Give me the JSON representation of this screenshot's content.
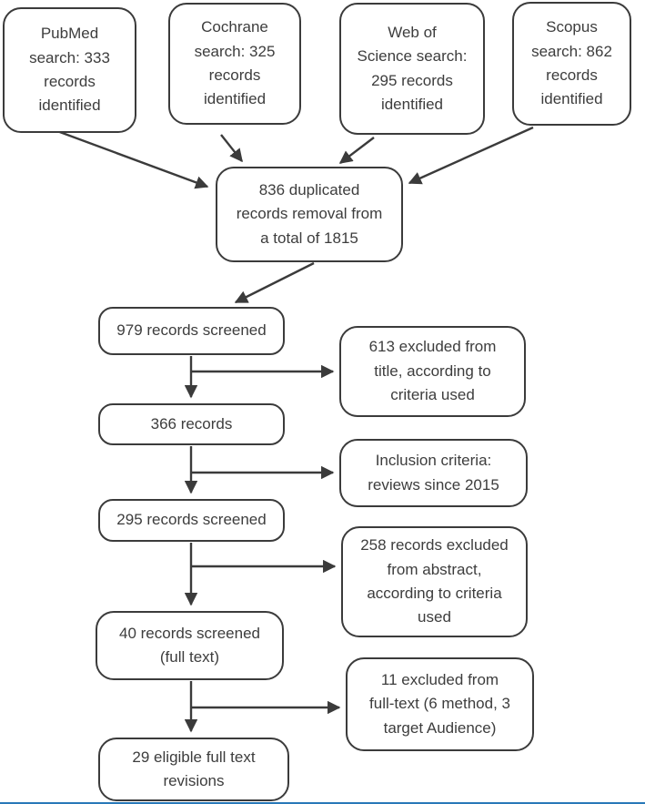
{
  "diagram": {
    "type": "flowchart",
    "subject": "systematic-review-screening-flow",
    "box_border_color": "#3b3b3b",
    "text_color": "#3d3d3d",
    "bottom_rule_color": "#2878b8",
    "boxes": {
      "pubmed": {
        "text": "PubMed\nsearch: 333\nrecords\nidentified"
      },
      "cochrane": {
        "text": "Cochrane\nsearch: 325\nrecords\nidentified"
      },
      "web_of_science": {
        "text": "Web of\nScience search:\n295 records\nidentified"
      },
      "scopus": {
        "text": "Scopus\nsearch: 862\nrecords\nidentified"
      },
      "duplicates": {
        "text": "836 duplicated\nrecords removal from\na total of 1815"
      },
      "screened_979": {
        "text": "979 records screened"
      },
      "excluded_613": {
        "text": "613 excluded from\ntitle, according to\ncriteria used"
      },
      "records_366": {
        "text": "366 records"
      },
      "inclusion": {
        "text": "Inclusion criteria:\nreviews since 2015"
      },
      "screened_295": {
        "text": "295 records screened"
      },
      "excluded_258": {
        "text": "258 records excluded\nfrom abstract,\naccording to criteria\nused"
      },
      "screened_40": {
        "text": "40 records screened\n(full text)"
      },
      "excluded_11": {
        "text": "11 excluded from\nfull-text (6 method, 3\ntarget Audience)"
      },
      "eligible_29": {
        "text": "29 eligible full text\nrevisions"
      }
    }
  }
}
